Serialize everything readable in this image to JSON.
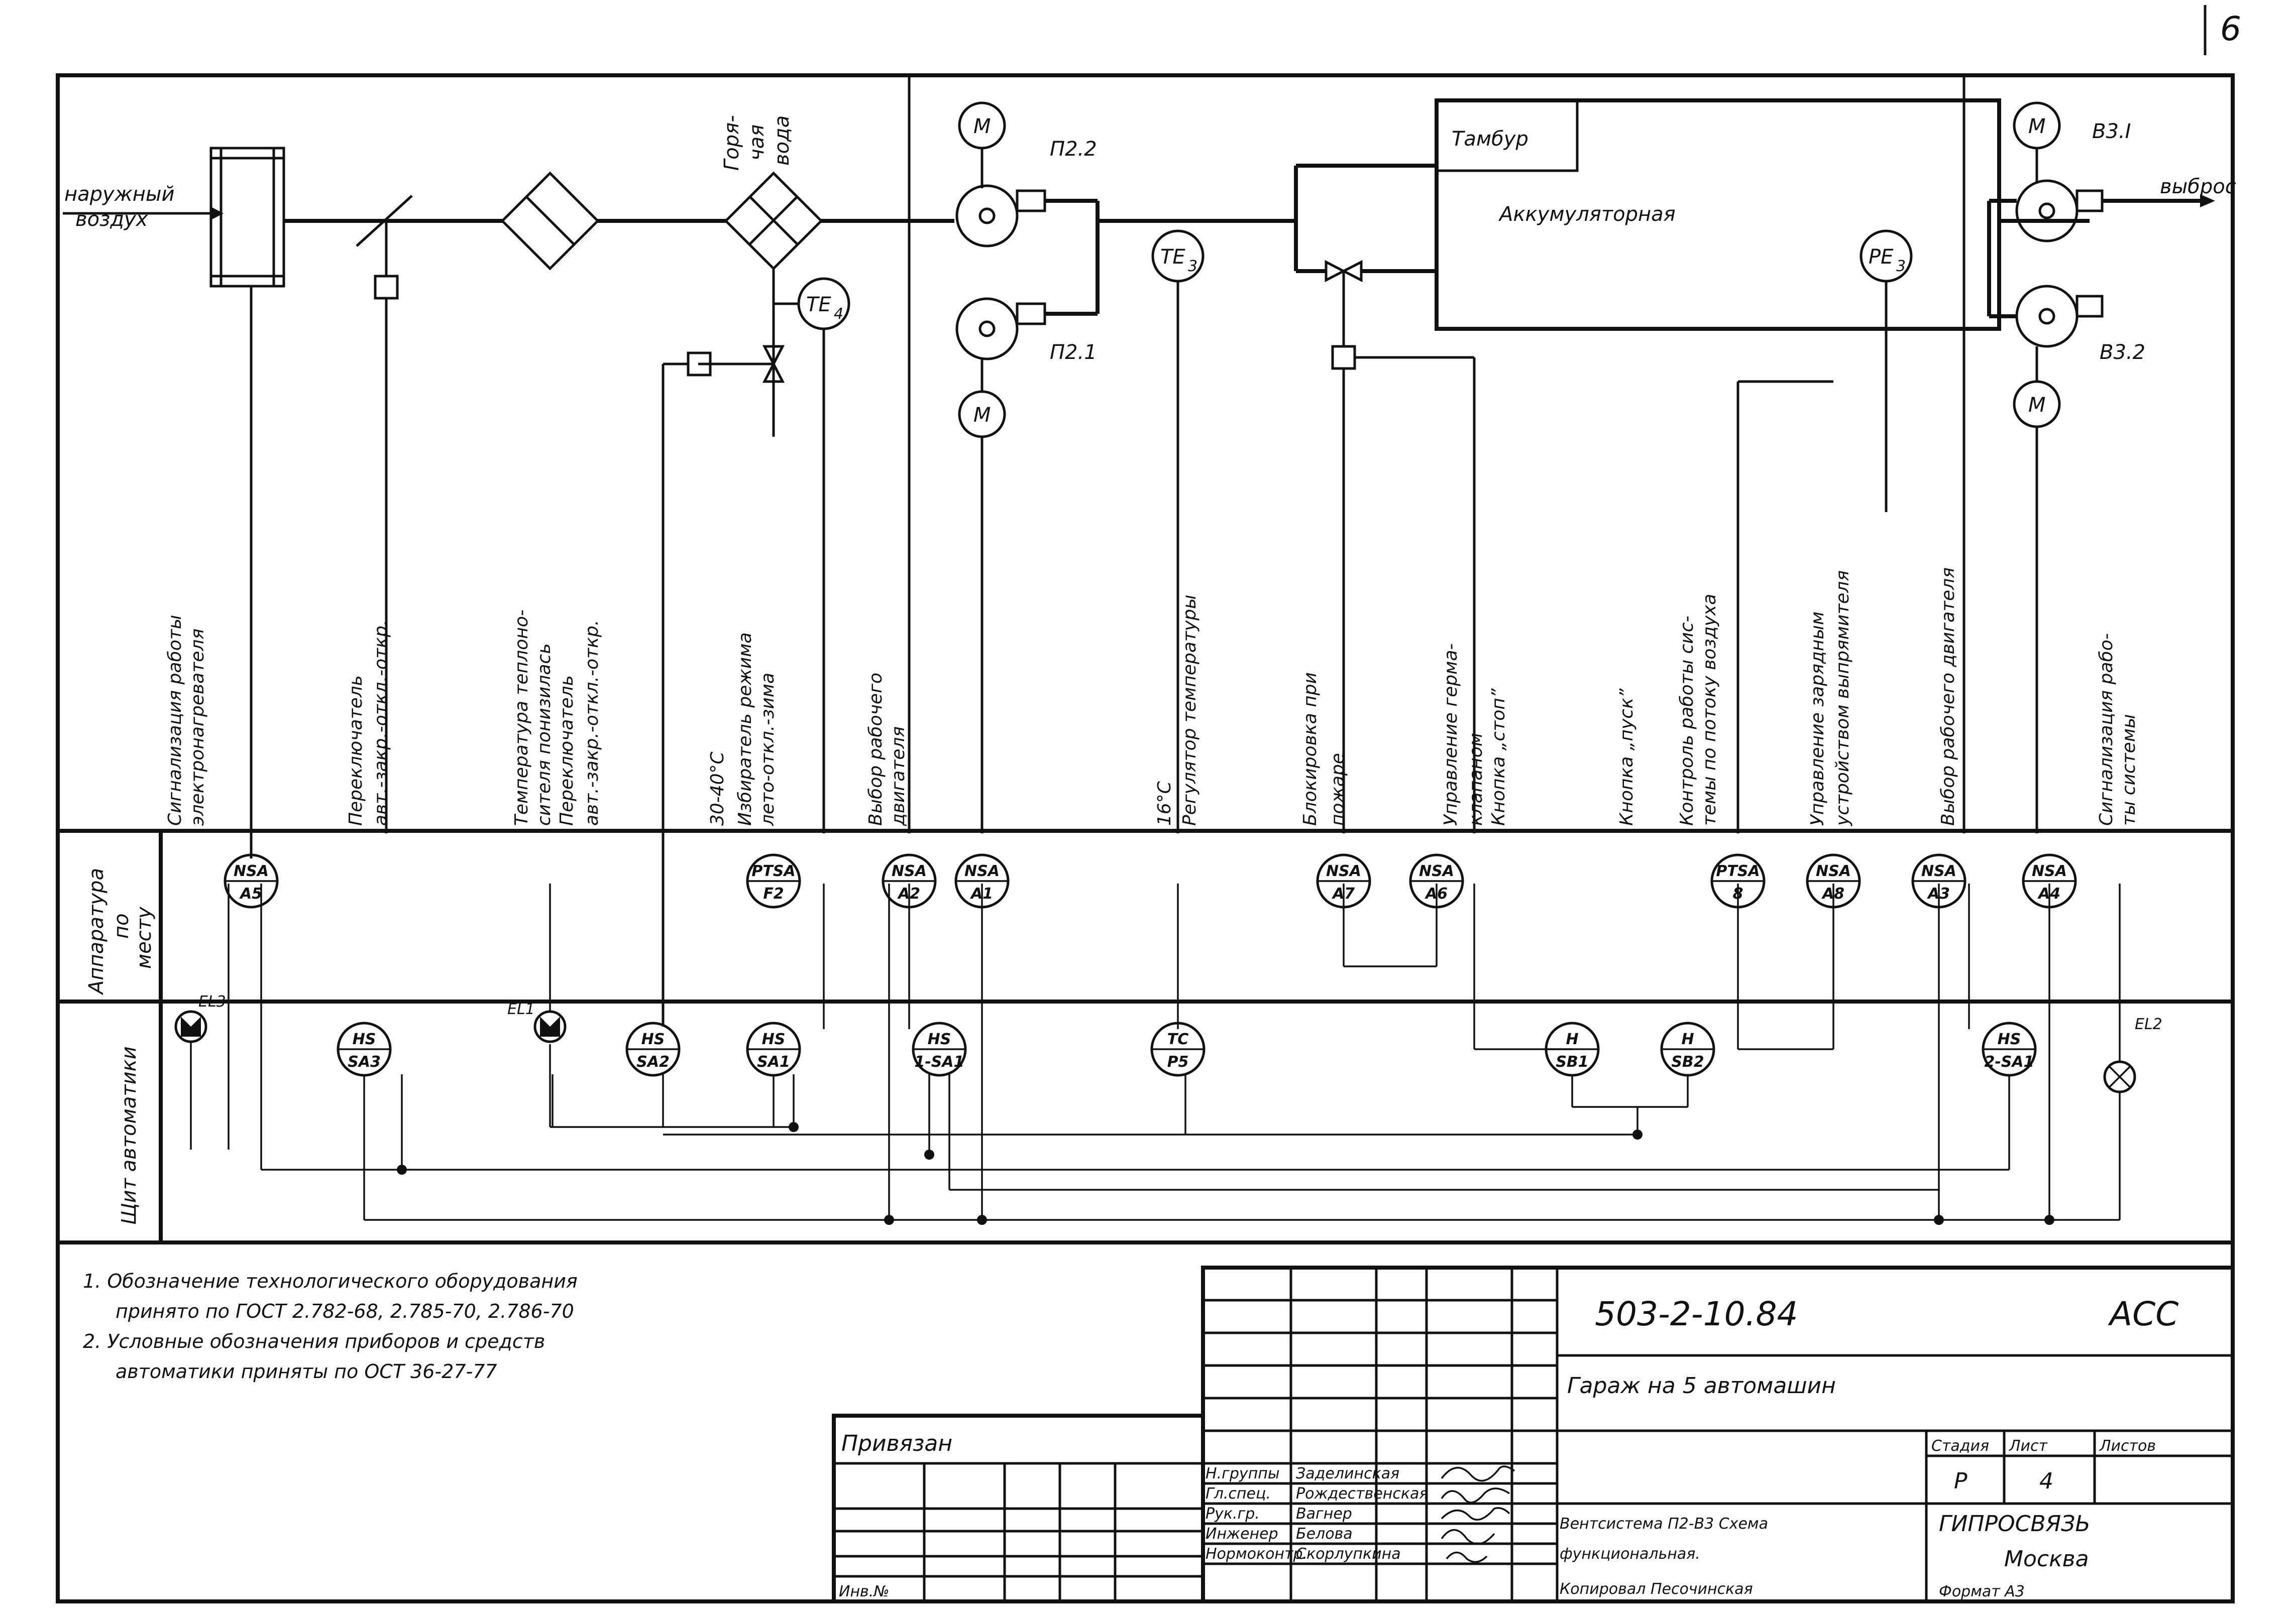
{
  "sheet": {
    "number": "6"
  },
  "process": {
    "inlet_label_1": "наружный",
    "inlet_label_2": "воздух",
    "outlet_label": "выброс",
    "hot_water_1": "Горя-",
    "hot_water_2": "чая",
    "hot_water_3": "вода",
    "fan_p22": "П2.2",
    "fan_p21": "П2.1",
    "fan_v31": "В3.I",
    "fan_v32": "В3.2",
    "motor_letter": "M",
    "room_vestibule": "Тамбур",
    "room_main": "Аккумуляторная",
    "te4_sub": "4",
    "te3_sub": "3",
    "pe3_sub": "3",
    "te_letters": "TE",
    "pe_letters": "PE"
  },
  "rows": {
    "field_1": "Аппаратура",
    "field_2": "по",
    "field_3": "месту",
    "panel": "Щит автоматики"
  },
  "functions": [
    {
      "l1": "Сигнализация работы",
      "l2": "электронагревателя"
    },
    {
      "l1": "Переключатель",
      "l2": "авт.-закр.-откл.-откр."
    },
    {
      "l1": "Температура теплоно-",
      "l2": "сителя понизилась",
      "l3": "Переключатель",
      "l4": "авт.-закр.-откл.-откр."
    },
    {
      "l1": "30-40°С",
      "l2": "Избиратель режима",
      "l3": "лето-откл.-зима"
    },
    {
      "l1": "Выбор рабочего",
      "l2": "двигателя"
    },
    {
      "l1": "16°С",
      "l2": "Регулятор температуры"
    },
    {
      "l1": "Блокировка при",
      "l2": "пожаре"
    },
    {
      "l1": "Управление герма-",
      "l2": "клапаном",
      "l3": "Кнопка „стоп”"
    },
    {
      "l1": "Кнопка „пуск”"
    },
    {
      "l1": "Контроль работы сис-",
      "l2": "темы по потоку воздуха",
      "l3": "Управление зарядным",
      "l4": "устройством выпрямителя"
    },
    {
      "l1": "Выбор рабочего двигателя"
    },
    {
      "l1": "Сигнализация рабо-",
      "l2": "ты системы"
    }
  ],
  "instruments_field": [
    {
      "id": "nsa-a5",
      "top": "NSA",
      "bot": "A5"
    },
    {
      "id": "ptsa-f2",
      "top": "PTSA",
      "bot": "F2"
    },
    {
      "id": "nsa-a2",
      "top": "NSA",
      "bot": "A2"
    },
    {
      "id": "nsa-a1",
      "top": "NSA",
      "bot": "A1"
    },
    {
      "id": "nsa-a7",
      "top": "NSA",
      "bot": "A7"
    },
    {
      "id": "nsa-a6",
      "top": "NSA",
      "bot": "A6"
    },
    {
      "id": "ptsa-8",
      "top": "PTSA",
      "bot": "8"
    },
    {
      "id": "nsa-a8",
      "top": "NSA",
      "bot": "A8"
    },
    {
      "id": "nsa-a3",
      "top": "NSA",
      "bot": "A3"
    },
    {
      "id": "nsa-a4",
      "top": "NSA",
      "bot": "A4"
    }
  ],
  "instruments_panel": [
    {
      "id": "hs-sa3",
      "top": "HS",
      "bot": "SA3"
    },
    {
      "id": "hs-sa2",
      "top": "HS",
      "bot": "SA2"
    },
    {
      "id": "hs-sa1",
      "top": "HS",
      "bot": "SA1"
    },
    {
      "id": "hs-1sa1",
      "top": "HS",
      "bot": "1-SA1"
    },
    {
      "id": "tc-p5",
      "top": "TC",
      "bot": "P5"
    },
    {
      "id": "h-sb1",
      "top": "H",
      "bot": "SB1"
    },
    {
      "id": "h-sb2",
      "top": "H",
      "bot": "SB2"
    },
    {
      "id": "hs-2sa1",
      "top": "HS",
      "bot": "2-SA1"
    }
  ],
  "lamps": {
    "el3": "EL3",
    "el1": "EL1",
    "el2": "EL2"
  },
  "notes": [
    "1. Обозначение технологического оборудования",
    "принято по ГОСТ 2.782-68, 2.785-70, 2.786-70",
    "2. Условные обозначения приборов и средств",
    "автоматики приняты по ОСТ 36-27-77"
  ],
  "title_block": {
    "code": "503-2-10.84",
    "suffix": "АСС",
    "project": "Гараж на 5 автомашин",
    "stage_h": "Стадия",
    "sheet_h": "Лист",
    "sheets_h": "Листов",
    "stage": "Р",
    "sheet": "4",
    "sheets": "",
    "bound": "Привязан",
    "inv": "Инв.№",
    "roles": [
      "Н.группы",
      "Гл.спец.",
      "Рук.гр.",
      "Инженер",
      "Нормоконтр."
    ],
    "names": [
      "Заделинская",
      "Рождественская",
      "Вагнер",
      "Белова",
      "Скорлупкина"
    ],
    "drawing_1": "Вентсистема П2-В3 Схема",
    "drawing_2": "функциональная.",
    "org": "ГИПРОСВЯЗЬ",
    "city": "Москва",
    "copied": "Копировал Песочинская",
    "format": "Формат А3"
  }
}
